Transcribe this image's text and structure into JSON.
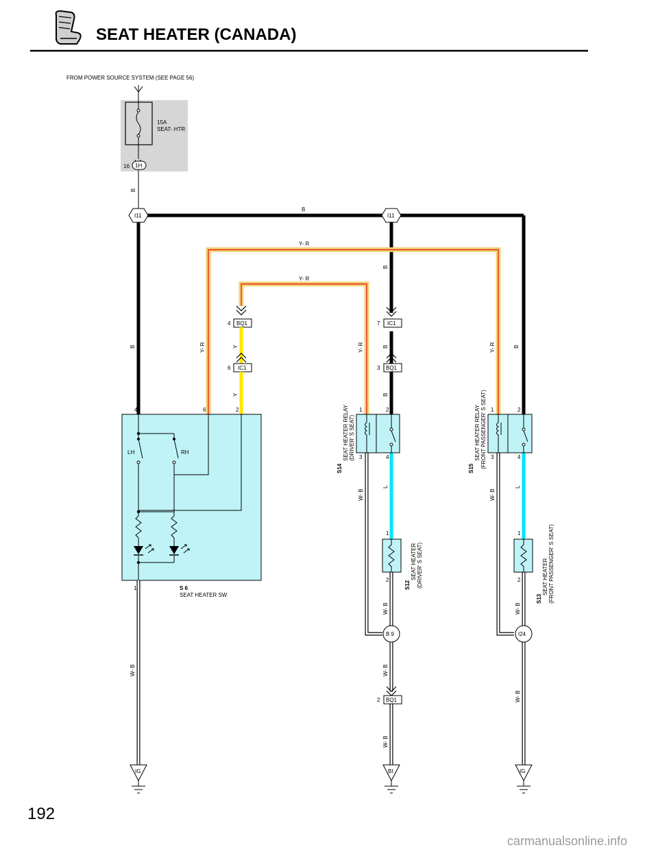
{
  "header": {
    "title": "SEAT HEATER (CANADA)",
    "icon": "seat-icon"
  },
  "page_number": "192",
  "footer": "carmanualsonline.info",
  "source_note": "FROM POWER SOURCE SYSTEM (SEE PAGE 56)",
  "fuse": {
    "rating": "15A",
    "name": "SEAT- HTR"
  },
  "connectors": {
    "c_1h": {
      "code": "1H",
      "pin": "16"
    },
    "i11_left": "I11",
    "i11_right": "I11",
    "bq1_top": {
      "code": "BQ1",
      "pin": "4"
    },
    "ic1_left": {
      "code": "IC1",
      "pin": "6"
    },
    "ic1_right": {
      "code": "IC1",
      "pin": "7"
    },
    "bq1_mid": {
      "code": "BQ1",
      "pin": "3"
    },
    "b9": "B 9",
    "i24": "I24",
    "bq1_low": {
      "code": "BQ1",
      "pin": "2"
    }
  },
  "grounds": {
    "left": "IG",
    "mid": "BI",
    "right": "IG"
  },
  "wires": {
    "b": "B",
    "yr": "Y- R",
    "y": "Y",
    "wb": "W- B",
    "l": "L"
  },
  "seat_heater_sw": {
    "code": "S 6",
    "name": "SEAT HEATER SW",
    "lh": "LH",
    "rh": "RH",
    "pins": {
      "p4": "4",
      "p6": "6",
      "p2": "2",
      "p1": "1"
    }
  },
  "relay_driver": {
    "code": "S14",
    "name1": "SEAT HEATER RELAY",
    "name2": "(DRIVER' S SEAT)",
    "pins": {
      "p1": "1",
      "p2": "2",
      "p3": "3",
      "p4": "4"
    }
  },
  "relay_pass": {
    "code": "S15",
    "name1": "SEAT HEATER RELAY",
    "name2": "(FRONT PASSENGER' S SEAT)",
    "pins": {
      "p1": "1",
      "p2": "2",
      "p3": "3",
      "p4": "4"
    }
  },
  "heater_driver": {
    "code": "S12",
    "name1": "SEAT HEATER",
    "name2": "(DRIVER' S SEAT)",
    "pins": {
      "p1": "1",
      "p2": "2"
    }
  },
  "heater_pass": {
    "code": "S13",
    "name1": "SEAT HEATER",
    "name2": "(FRONT PASSENGER' S SEAT)",
    "pins": {
      "p1": "1",
      "p2": "2"
    }
  },
  "colors": {
    "black_wire": "#000000",
    "yr_outer": "#f4d070",
    "yr_red": "#e03020",
    "yellow": "#ffe600",
    "blue_wire": "#00e5ff",
    "component_fill": "#bff3f8",
    "fuse_bg": "#d6d6d6"
  }
}
